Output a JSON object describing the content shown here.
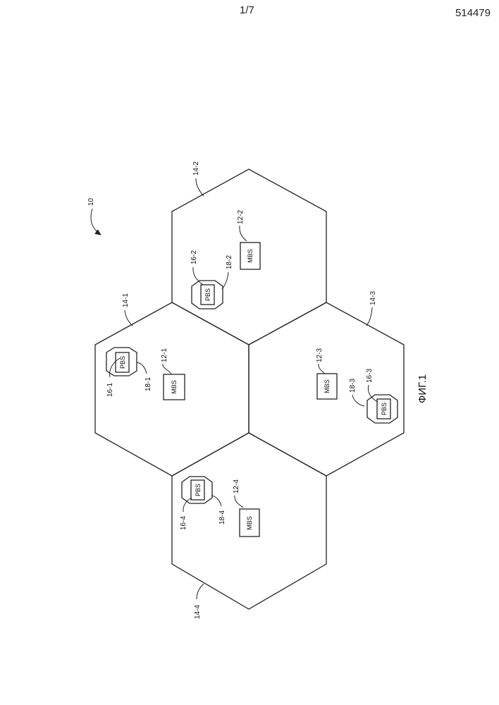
{
  "header": {
    "page_number": "1/7",
    "document_number": "514479"
  },
  "figure": {
    "caption": "ФИГ.1",
    "system_ref": "10",
    "cells": [
      {
        "ref": "14-1",
        "macro_ref": "12-1",
        "macro_label": "MBS",
        "pico_ref": "16-1",
        "pico_area_ref": "18-1",
        "pico_label": "PBS"
      },
      {
        "ref": "14-2",
        "macro_ref": "12-2",
        "macro_label": "MBS",
        "pico_ref": "16-2",
        "pico_area_ref": "18-2",
        "pico_label": "PBS"
      },
      {
        "ref": "14-3",
        "macro_ref": "12-3",
        "macro_label": "MBS",
        "pico_ref": "16-3",
        "pico_area_ref": "18-3",
        "pico_label": "PBS"
      },
      {
        "ref": "14-4",
        "macro_ref": "12-4",
        "macro_label": "MBS",
        "pico_ref": "16-4",
        "pico_area_ref": "18-4",
        "pico_label": "PBS"
      }
    ]
  }
}
